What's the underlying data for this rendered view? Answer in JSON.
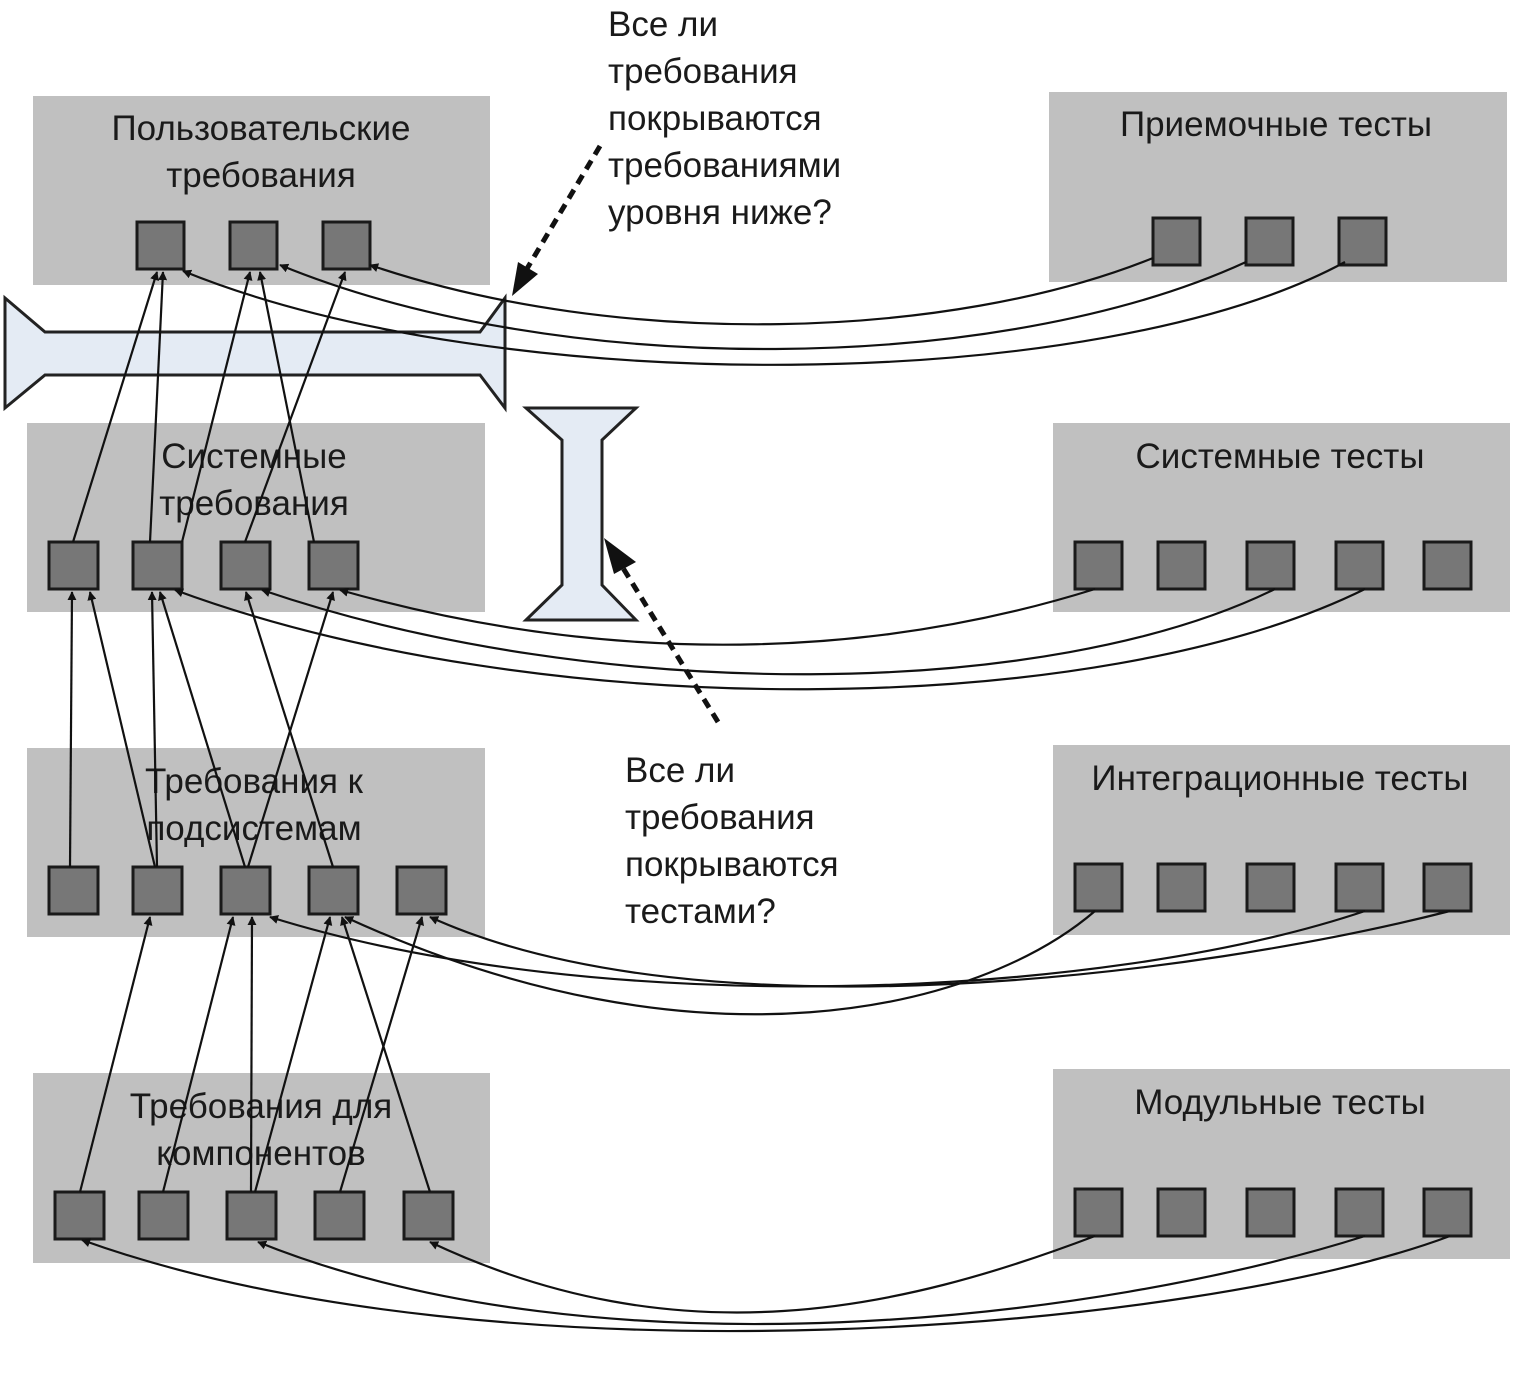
{
  "requirement_levels": [
    {
      "id": "user",
      "title_lines": [
        "Пользовательские",
        "требования"
      ]
    },
    {
      "id": "system",
      "title_lines": [
        "Системные",
        "требования"
      ]
    },
    {
      "id": "subsystem",
      "title_lines": [
        "Требования к",
        "подсистемам"
      ]
    },
    {
      "id": "component",
      "title_lines": [
        "Требования для",
        "компонентов"
      ]
    }
  ],
  "test_levels": [
    {
      "id": "acceptance",
      "title": "Приемочные тесты"
    },
    {
      "id": "system",
      "title": "Системные тесты"
    },
    {
      "id": "integration",
      "title": "Интеграционные тесты"
    },
    {
      "id": "unit",
      "title": "Модульные тесты"
    }
  ],
  "callouts": {
    "coverage_by_lower_level": [
      "Все ли",
      "требования",
      "покрываются",
      "требованиями",
      "уровня ниже?"
    ],
    "coverage_by_tests": [
      "Все ли",
      "требования",
      "покрываются",
      "тестами?"
    ]
  },
  "colors": {
    "panel": "#c0c0c0",
    "item": "#777777",
    "bracket_fill": "#e4ebf4",
    "line": "#111111"
  }
}
